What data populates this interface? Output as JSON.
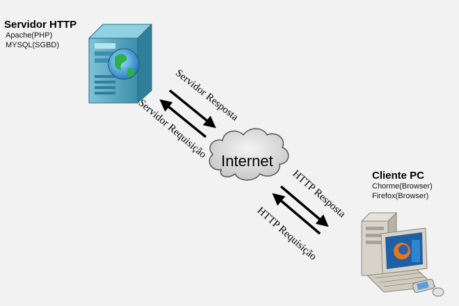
{
  "server": {
    "title": "Servidor HTTP",
    "line1": "Apache(PHP)",
    "line2": "MYSQL(SGBD)"
  },
  "client": {
    "title": "Cliente PC",
    "line1": "Chorme(Browser)",
    "line2": "Firefox(Browser)"
  },
  "cloud": {
    "label": "Internet"
  },
  "arrows": {
    "server_response": "Servidor Resposta",
    "server_request": "Servidor Requisição",
    "http_response": "HTTP Resposta",
    "http_request": "HTTP Requisição"
  },
  "colors": {
    "background": "#f2f2f2",
    "arrow": "#000000",
    "cloud_fill": "#dcdcdc",
    "device_teal": "#5aa9c4",
    "monitor_beige": "#d8d3c8"
  },
  "icons": {
    "server": "server-tower-icon",
    "client": "desktop-pc-icon",
    "cloud": "cloud-icon"
  }
}
